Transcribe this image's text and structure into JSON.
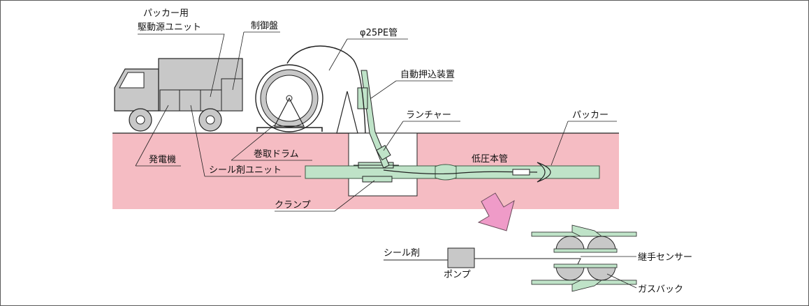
{
  "labels": {
    "packer_unit_line1": "パッカー用",
    "packer_unit_line2": "駆動源ユニット",
    "control_panel": "制御盤",
    "pe_pipe": "φ25PE管",
    "auto_push_device": "自動押込装置",
    "launcher": "ランチャー",
    "packer": "パッカー",
    "winding_drum": "巻取ドラム",
    "generator": "発電機",
    "sealant_unit": "シール剤ユニット",
    "low_pressure_main": "低圧本管",
    "clamp": "クランプ",
    "sealant": "シール剤",
    "pump": "ポンプ",
    "joint_sensor": "継手センサー",
    "gas_bag": "ガスバック"
  },
  "colors": {
    "ground": "#f5bcc3",
    "pipe": "#bfe3c8",
    "pipe_stroke": "#3c5a44",
    "truck_body": "#c8c8c8",
    "arrow": "#ef9bc8",
    "arrow_stroke": "#6b4b5b",
    "line": "#222222"
  }
}
